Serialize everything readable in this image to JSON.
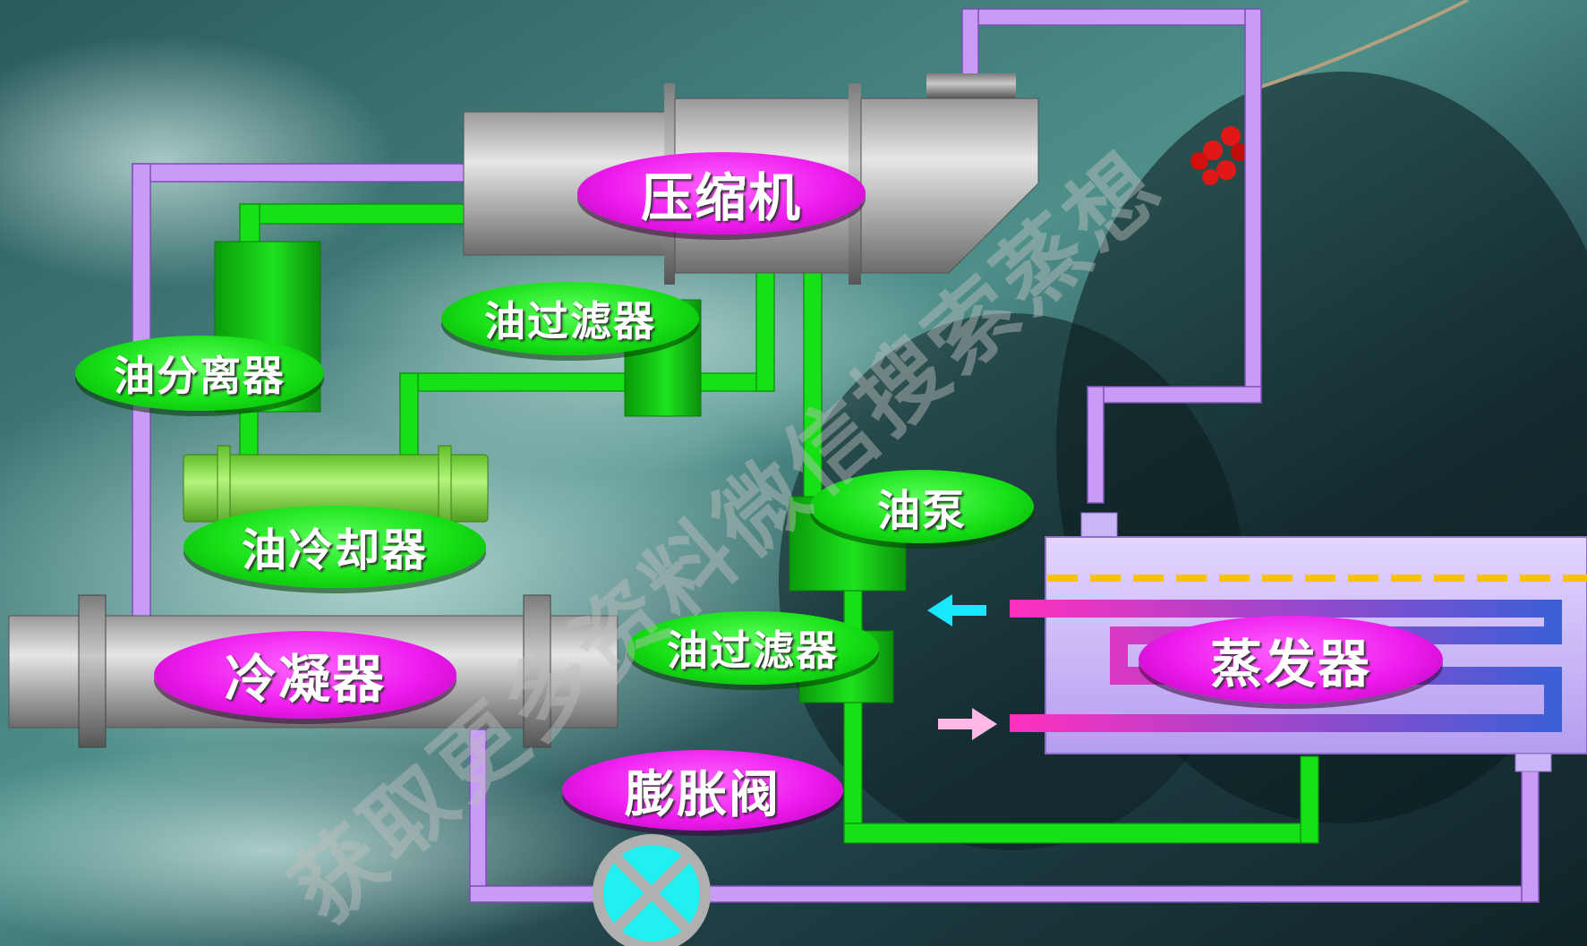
{
  "colors": {
    "refrigerant_pipe": "#c89cf6",
    "oil_pipe": "#16e016",
    "label_green": "#16e016",
    "label_pink": "#ee1cee",
    "evaporator_body": "#cab6f6",
    "valve_fill": "#20f0f0",
    "arrow_cold": "#19e6ff",
    "arrow_warm": "#ffb8e8"
  },
  "components": {
    "compressor": "压缩机",
    "oil_filter_top": "油过滤器",
    "oil_separator": "油分离器",
    "oil_cooler": "油冷却器",
    "oil_pump": "油泵",
    "oil_filter_bottom": "油过滤器",
    "condenser": "冷凝器",
    "evaporator": "蒸发器",
    "expansion_valve": "膨胀阀"
  },
  "watermark": "获取更多资料微信搜索蒸想"
}
